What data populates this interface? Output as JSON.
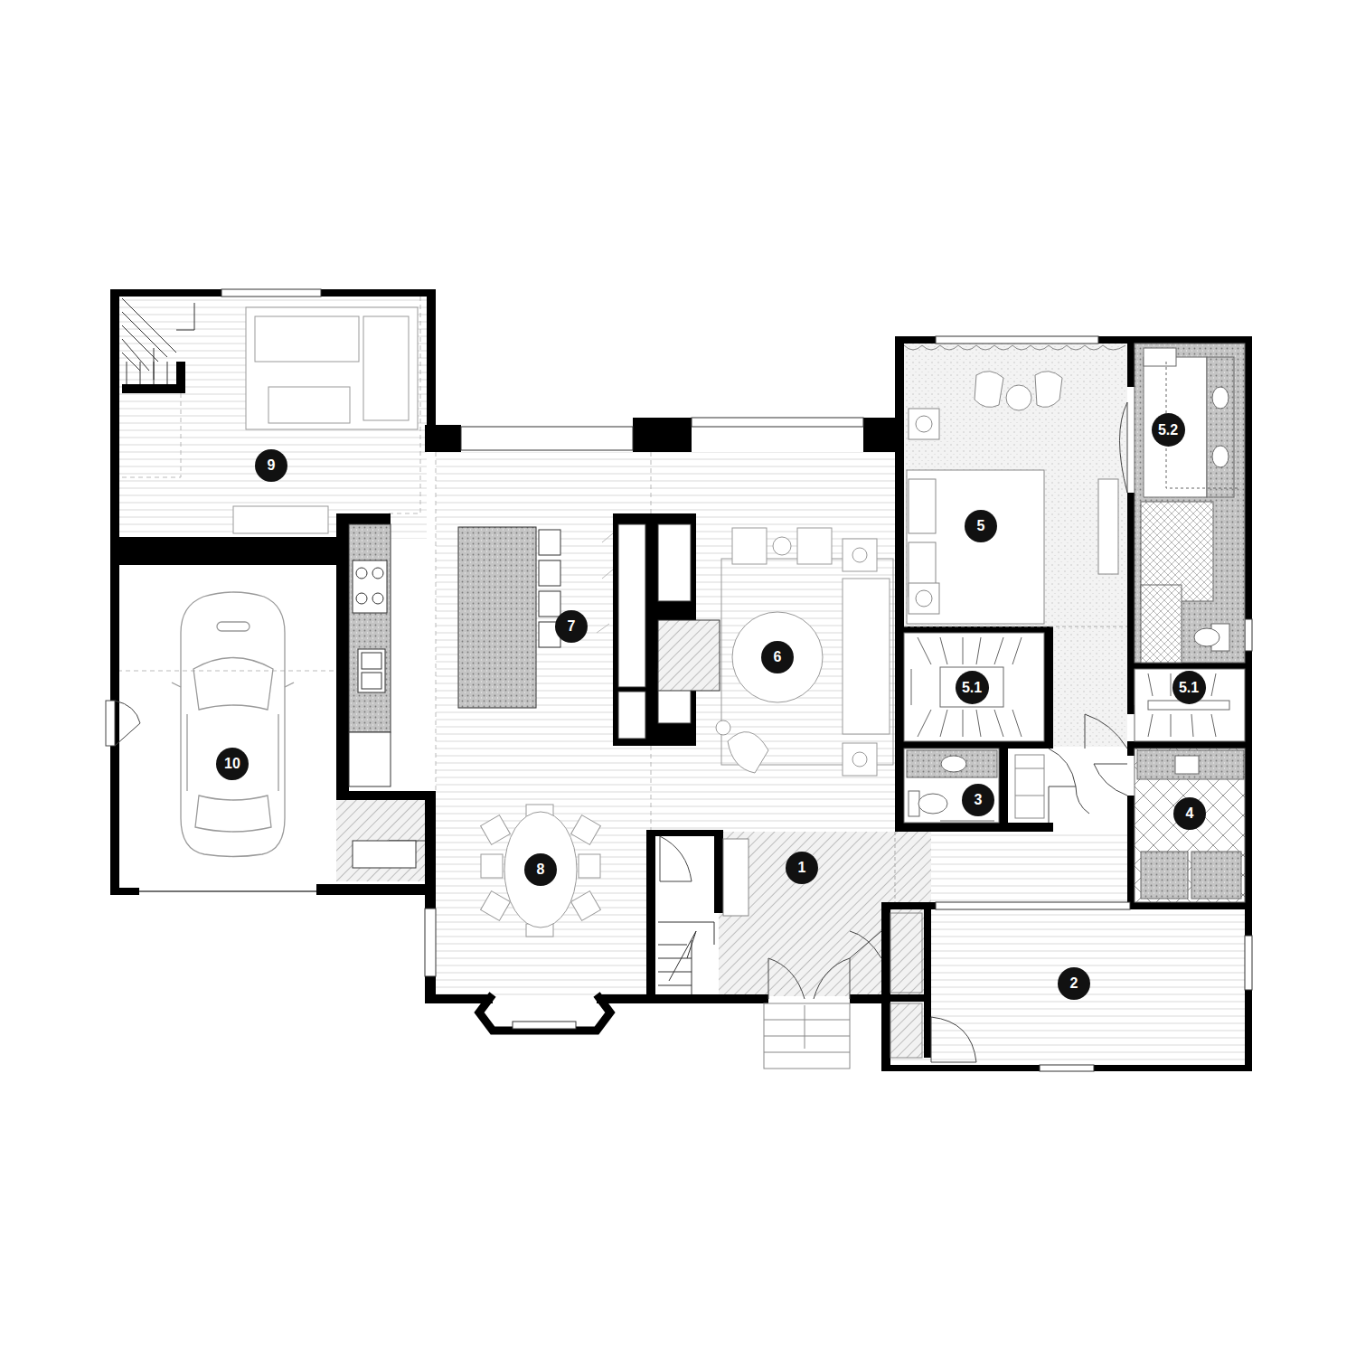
{
  "diagram": {
    "labels": [
      "9",
      "5.2",
      "5",
      "7",
      "6",
      "5.1",
      "5.1",
      "10",
      "3",
      "4",
      "1",
      "8",
      "2"
    ]
  }
}
